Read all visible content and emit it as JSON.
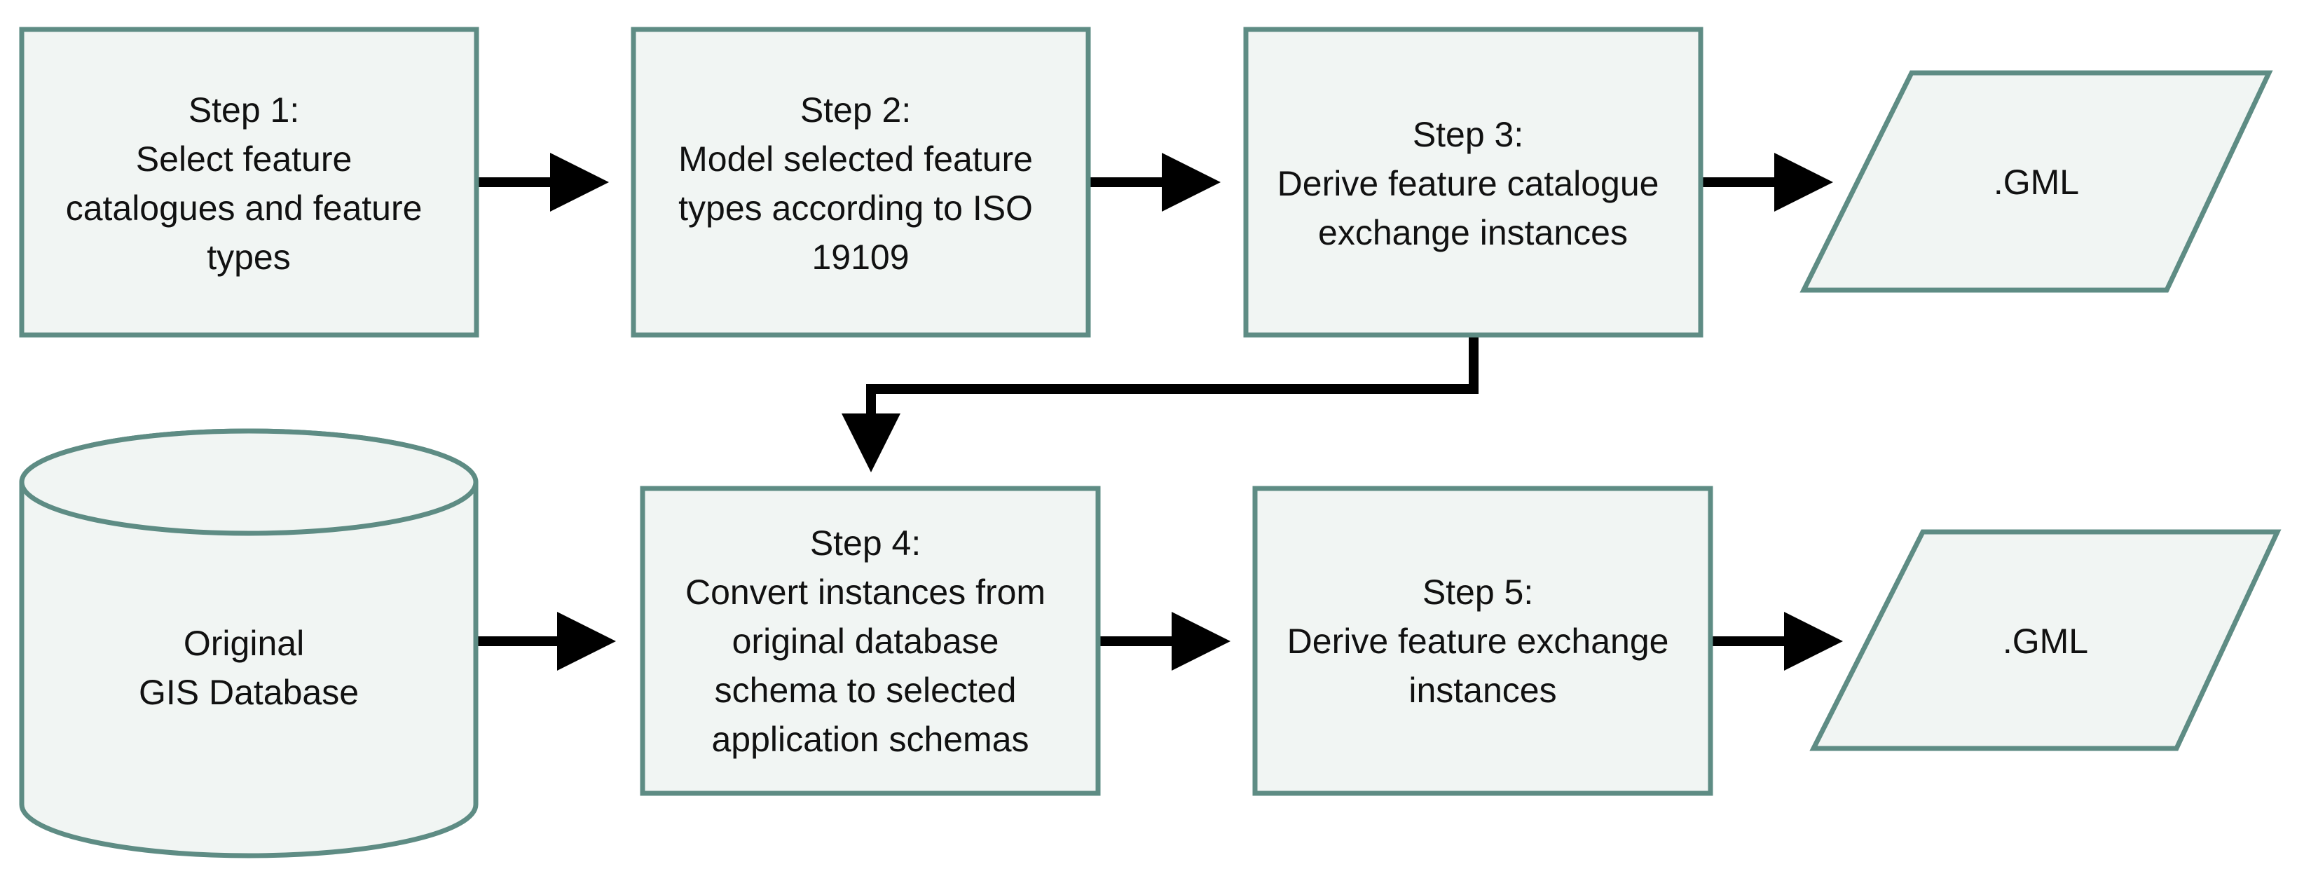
{
  "nodes": {
    "step1": {
      "lines": [
        "Step 1:",
        "Select feature",
        "catalogues and feature",
        "types"
      ]
    },
    "step2": {
      "lines": [
        "Step 2:",
        "Model selected feature",
        "types according to ISO",
        "19109"
      ]
    },
    "step3": {
      "lines": [
        "Step 3:",
        "Derive feature catalogue",
        "exchange instances"
      ]
    },
    "gml1": {
      "lines": [
        ".GML"
      ]
    },
    "database": {
      "lines": [
        "Original",
        "GIS Database"
      ]
    },
    "step4": {
      "lines": [
        "Step 4:",
        "Convert instances from",
        "original database",
        "schema to selected",
        "application schemas"
      ]
    },
    "step5": {
      "lines": [
        "Step 5:",
        "Derive feature exchange",
        "instances"
      ]
    },
    "gml2": {
      "lines": [
        ".GML"
      ]
    }
  },
  "colors": {
    "node_fill": "#f1f5f3",
    "node_border": "#5e8c84",
    "arrow": "#000000",
    "text": "#111111"
  }
}
